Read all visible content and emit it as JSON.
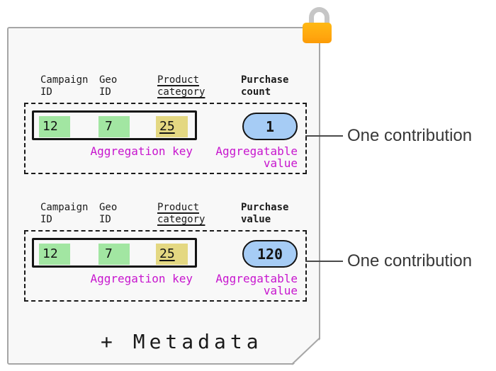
{
  "colors": {
    "card-bg": "#f8f8f8",
    "card-border": "#a6a6a6",
    "key-green": "#a2e6a2",
    "key-yellow": "#e4d882",
    "value-blue": "#a6ccf5",
    "magenta": "#c715ce",
    "lock-orange": "#ffa50e",
    "lock-shackle": "#c6c6c6"
  },
  "icons": {
    "lock": "lock-icon"
  },
  "sections": [
    {
      "columns": [
        {
          "line1": "Campaign",
          "line2": "ID"
        },
        {
          "line1": "Geo",
          "line2": "ID"
        },
        {
          "line1": "Product",
          "line2": "category"
        },
        {
          "line1": "Purchase",
          "line2": "count"
        }
      ],
      "key_cells": [
        "12",
        "7",
        "25"
      ],
      "aggregation_key_label": "Aggregation key",
      "aggregatable_value_line1": "Aggregatable",
      "aggregatable_value_line2": "value",
      "contribution_value": "1",
      "annotation": "One contribution"
    },
    {
      "columns": [
        {
          "line1": "Campaign",
          "line2": "ID"
        },
        {
          "line1": "Geo",
          "line2": "ID"
        },
        {
          "line1": "Product",
          "line2": "category"
        },
        {
          "line1": "Purchase",
          "line2": "value"
        }
      ],
      "key_cells": [
        "12",
        "7",
        "25"
      ],
      "aggregation_key_label": "Aggregation key",
      "aggregatable_value_line1": "Aggregatable",
      "aggregatable_value_line2": "value",
      "contribution_value": "120",
      "annotation": "One contribution"
    }
  ],
  "footer": {
    "metadata_label": "+ Metadata"
  }
}
